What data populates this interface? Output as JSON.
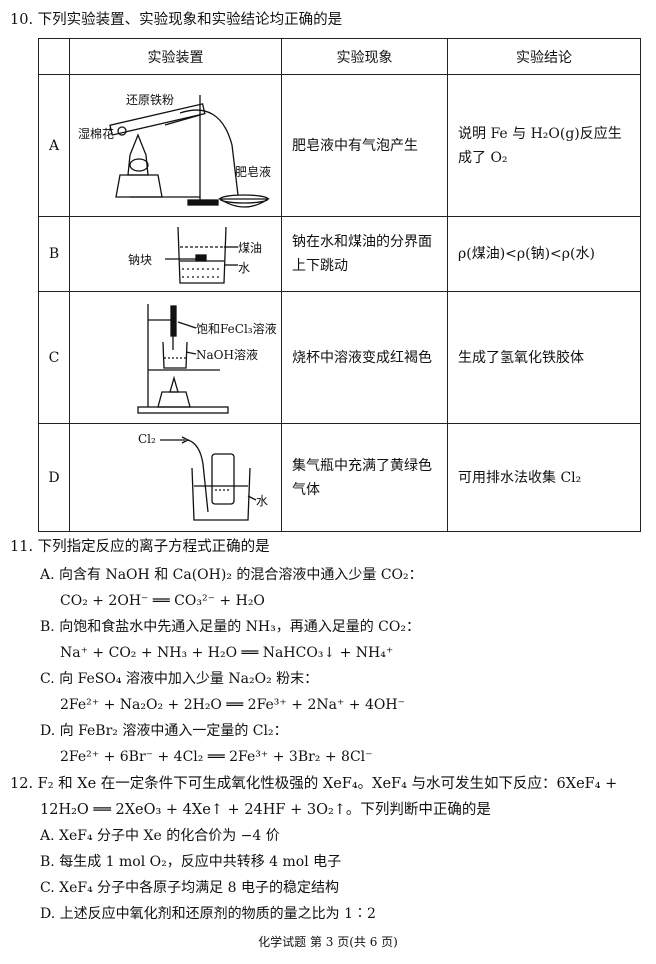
{
  "q10": {
    "stem": "10. 下列实验装置、实验现象和实验结论均正确的是",
    "headers": [
      "实验装置",
      "实验现象",
      "实验结论"
    ],
    "rows": [
      {
        "label": "A",
        "phenomenon": "肥皂液中有气泡产生",
        "conclusion": "说明 Fe 与 H₂O(g)反应生成了 O₂",
        "annotations": [
          "还原铁粉",
          "湿棉花",
          "肥皂液"
        ]
      },
      {
        "label": "B",
        "phenomenon": "钠在水和煤油的分界面上下跳动",
        "conclusion": "ρ(煤油)<ρ(钠)<ρ(水)",
        "annotations": [
          "钠块",
          "煤油",
          "水"
        ]
      },
      {
        "label": "C",
        "phenomenon": "烧杯中溶液变成红褐色",
        "conclusion": "生成了氢氧化铁胶体",
        "annotations": [
          "饱和FeCl₃溶液",
          "NaOH溶液"
        ]
      },
      {
        "label": "D",
        "phenomenon": "集气瓶中充满了黄绿色气体",
        "conclusion": "可用排水法收集 Cl₂",
        "annotations": [
          "Cl₂",
          "水"
        ]
      }
    ]
  },
  "q11": {
    "stem": "11. 下列指定反应的离子方程式正确的是",
    "options": [
      {
        "text": "A. 向含有 NaOH 和 Ca(OH)₂ 的混合溶液中通入少量 CO₂：",
        "equation": "CO₂ + 2OH⁻ ══ CO₃²⁻ + H₂O"
      },
      {
        "text": "B. 向饱和食盐水中先通入足量的 NH₃，再通入足量的 CO₂：",
        "equation": "Na⁺ + CO₂ + NH₃ + H₂O ══ NaHCO₃↓ + NH₄⁺"
      },
      {
        "text": "C. 向 FeSO₄ 溶液中加入少量 Na₂O₂ 粉末：",
        "equation": "2Fe²⁺ + Na₂O₂ + 2H₂O ══ 2Fe³⁺ + 2Na⁺ + 4OH⁻"
      },
      {
        "text": "D. 向 FeBr₂ 溶液中通入一定量的 Cl₂：",
        "equation": "2Fe²⁺ + 6Br⁻ + 4Cl₂ ══ 2Fe³⁺ + 3Br₂ + 8Cl⁻"
      }
    ]
  },
  "q12": {
    "stem_line1": "12. F₂ 和 Xe 在一定条件下可生成氧化性极强的 XeF₄。XeF₄ 与水可发生如下反应：6XeF₄ +",
    "stem_line2": "12H₂O ══ 2XeO₃ + 4Xe↑ + 24HF + 3O₂↑。下列判断中正确的是",
    "options": [
      "A. XeF₄ 分子中 Xe 的化合价为 −4 价",
      "B. 每生成 1 mol O₂，反应中共转移 4 mol 电子",
      "C. XeF₄ 分子中各原子均满足 8 电子的稳定结构",
      "D. 上述反应中氧化剂和还原剂的物质的量之比为 1∶2"
    ]
  },
  "footer": "化学试题 第 3 页(共 6 页)"
}
